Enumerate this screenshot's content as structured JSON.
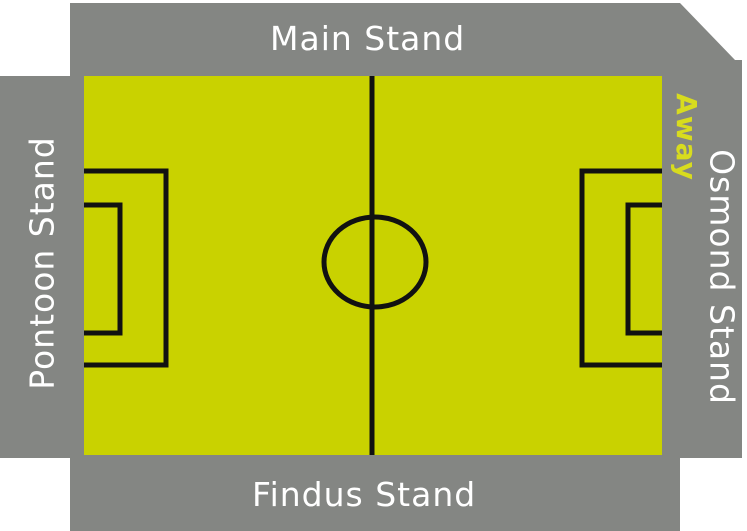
{
  "colors": {
    "stand": "#848683",
    "pitch": "#c9d200",
    "lines": "#111111",
    "stand_text": "#ffffff",
    "away_text": "#d8dc1e"
  },
  "stands": {
    "top": "Main Stand",
    "bottom": "Findus Stand",
    "left": "Pontoon Stand",
    "right": "Osmond Stand",
    "away": "Away"
  }
}
